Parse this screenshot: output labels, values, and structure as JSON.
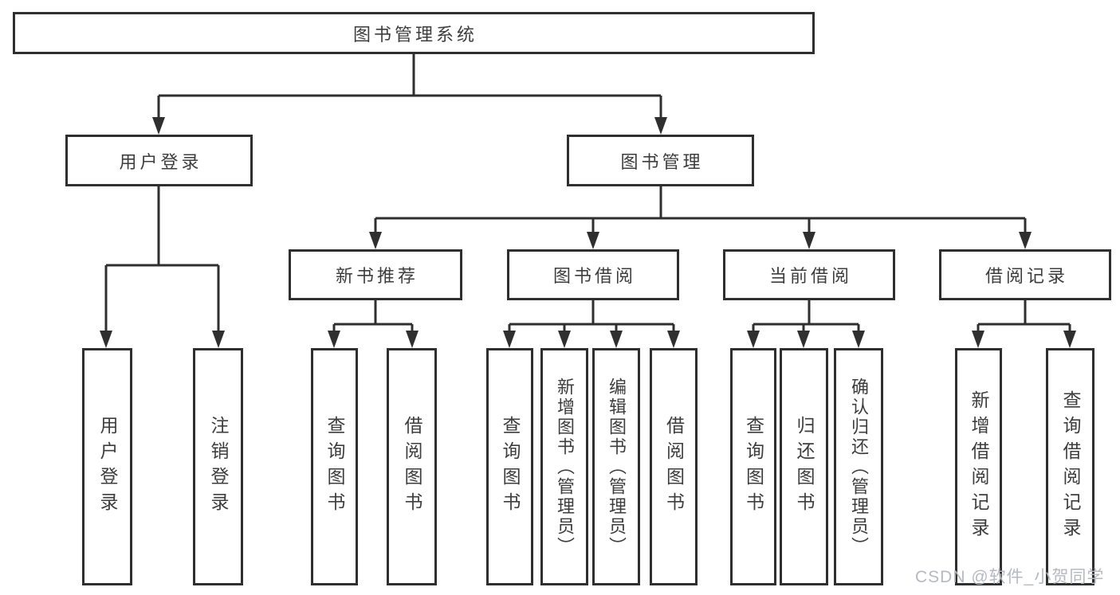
{
  "diagram": {
    "root": {
      "label": "图书管理系统"
    },
    "level2": [
      {
        "label": "用户登录"
      },
      {
        "label": "图书管理"
      }
    ],
    "level3": [
      {
        "label": "新书推荐"
      },
      {
        "label": "图书借阅"
      },
      {
        "label": "当前借阅"
      },
      {
        "label": "借阅记录"
      }
    ],
    "leaves": [
      {
        "label": "用户登录"
      },
      {
        "label": "注销登录"
      },
      {
        "label": "查询图书"
      },
      {
        "label": "借阅图书"
      },
      {
        "label": "查询图书"
      },
      {
        "label": "新增图书（管理员）"
      },
      {
        "label": "编辑图书（管理员）"
      },
      {
        "label": "借阅图书"
      },
      {
        "label": "查询图书"
      },
      {
        "label": "归还图书"
      },
      {
        "label": "确认归还（管理员）"
      },
      {
        "label": "新增借阅记录"
      },
      {
        "label": "查询借阅记录"
      }
    ]
  },
  "watermark": {
    "text": "CSDN @软件_小贺同学"
  },
  "colors": {
    "line": "#2f2f2f",
    "box_border": "#2f2f2f",
    "box_fill": "#ffffff",
    "text": "#3d3d3d",
    "watermark": "#b5b9c0",
    "background": "#ffffff"
  }
}
